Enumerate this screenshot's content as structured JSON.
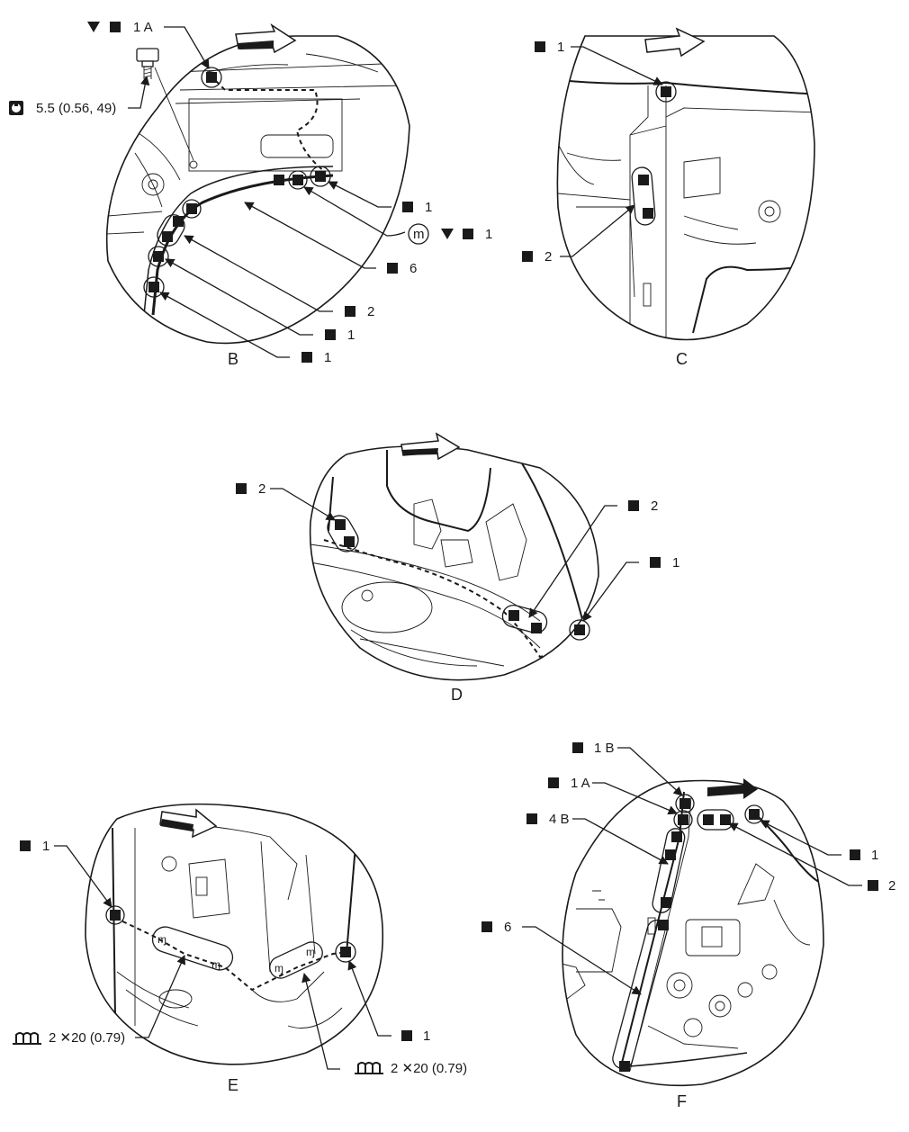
{
  "views": {
    "B": {
      "caption": "B",
      "callouts": [
        {
          "label": "1 A",
          "prefix": "triangle-square"
        },
        {
          "label": "5.5 (0.56, 49)",
          "prefix": "torque-icon"
        },
        {
          "label": "1",
          "prefix": "square"
        },
        {
          "label": "1",
          "prefix": "m-triangle-square",
          "mark": "m"
        },
        {
          "label": "6",
          "prefix": "square"
        },
        {
          "label": "2",
          "prefix": "square"
        },
        {
          "label": "1",
          "prefix": "square"
        },
        {
          "label": "1",
          "prefix": "square"
        }
      ]
    },
    "C": {
      "caption": "C",
      "callouts": [
        {
          "label": "1",
          "prefix": "square"
        },
        {
          "label": "2",
          "prefix": "square"
        }
      ]
    },
    "D": {
      "caption": "D",
      "callouts": [
        {
          "label": "2",
          "prefix": "square"
        },
        {
          "label": "2",
          "prefix": "square"
        },
        {
          "label": "1",
          "prefix": "square"
        }
      ]
    },
    "E": {
      "caption": "E",
      "callouts": [
        {
          "label": "1",
          "prefix": "square"
        },
        {
          "label": "2 ✕20 (0.79)",
          "prefix": "tape-icon"
        },
        {
          "label": "1",
          "prefix": "square"
        },
        {
          "label": "2 ✕20 (0.79)",
          "prefix": "tape-icon"
        }
      ]
    },
    "F": {
      "caption": "F",
      "callouts": [
        {
          "label": "1 B",
          "prefix": "square"
        },
        {
          "label": "1 A",
          "prefix": "square"
        },
        {
          "label": "4 B",
          "prefix": "square"
        },
        {
          "label": "6",
          "prefix": "square"
        },
        {
          "label": "1",
          "prefix": "square"
        },
        {
          "label": "2",
          "prefix": "square"
        }
      ]
    }
  }
}
